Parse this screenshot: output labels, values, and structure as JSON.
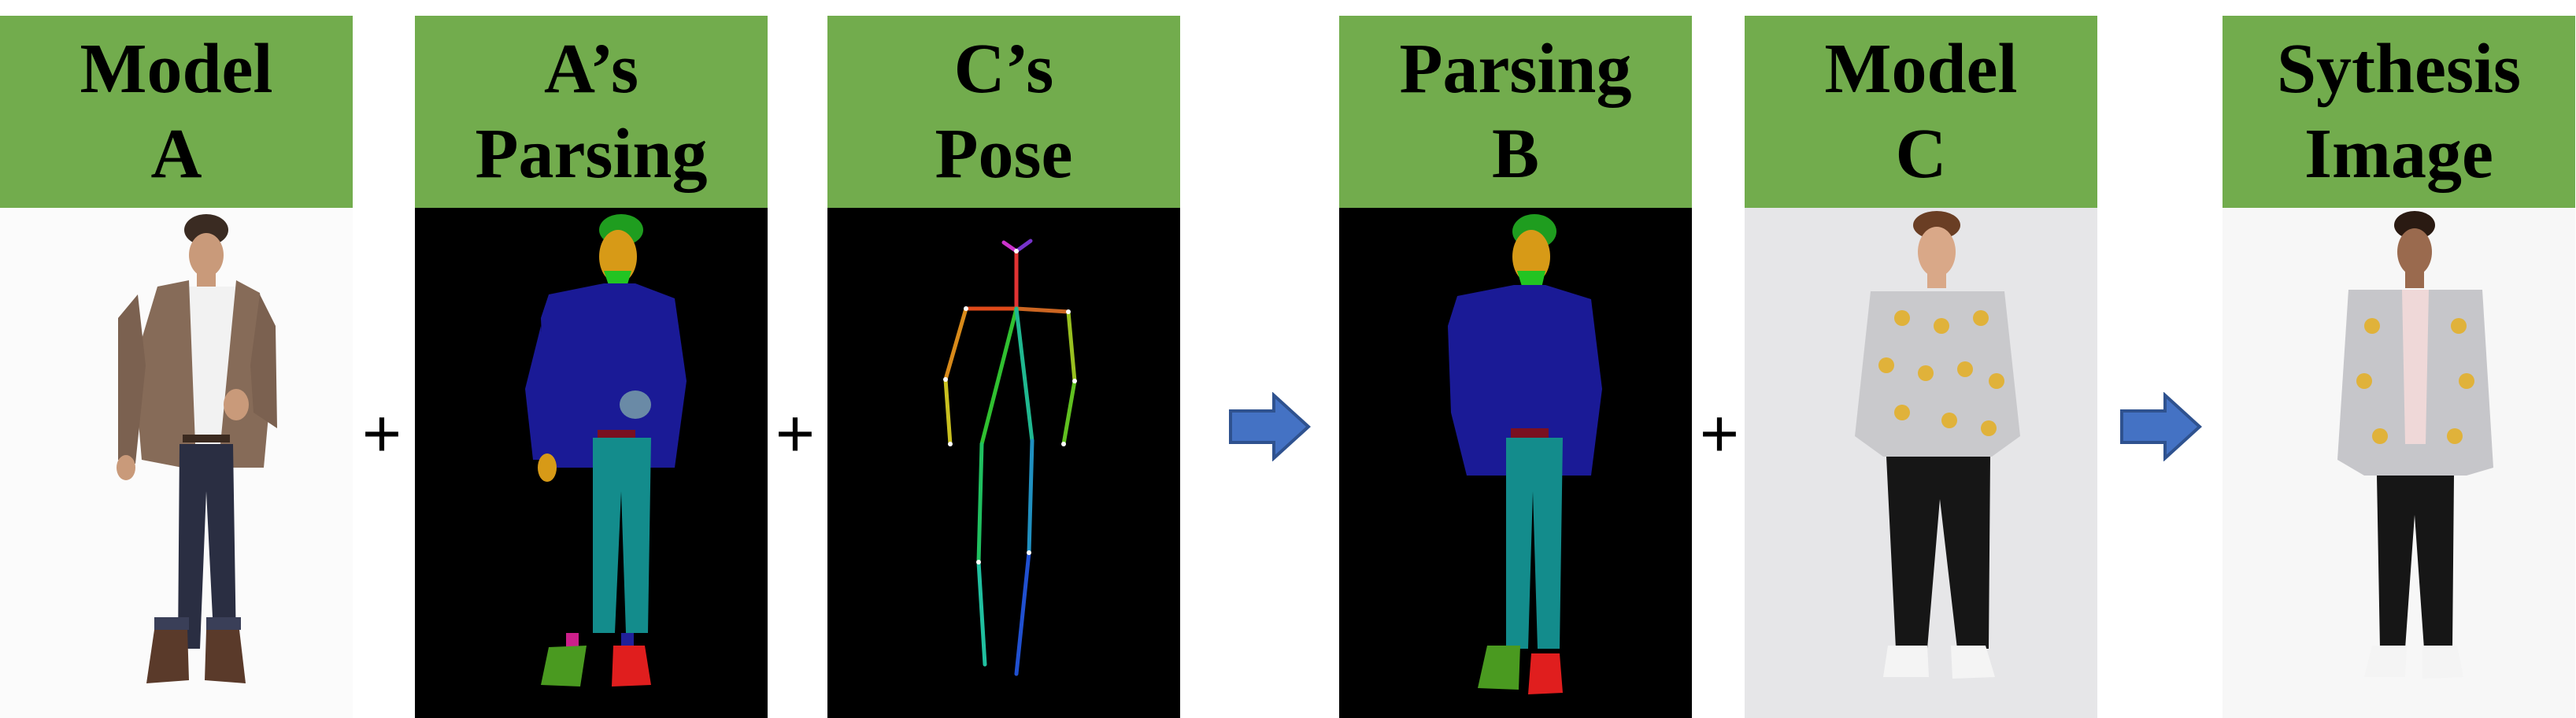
{
  "colors": {
    "header_bg": "#72ac4d",
    "mask_bg": "#000000",
    "photo_bg_white": "#ffffff",
    "photo_bg_grey": "#e4e4e6",
    "arrow_fill": "#4472c4",
    "arrow_stroke": "#2f528f",
    "parsing_hair": "#1f9d1f",
    "parsing_face": "#d79a17",
    "parsing_neck": "#22c422",
    "parsing_coat": "#1a1a96",
    "parsing_pants": "#138c8c",
    "parsing_belt": "#7a1020",
    "parsing_hand": "#6a8aa6",
    "parsing_left_shoe": "#4a9a20",
    "parsing_right_shoe": "#e01e1e",
    "parsing_sock_left": "#cc1f8a",
    "parsing_sock_right": "#20209a"
  },
  "panels": [
    {
      "id": "model-a",
      "title_lines": [
        "Model",
        "A"
      ],
      "image": "photo of a man in a brown jacket"
    },
    {
      "id": "a-parsing",
      "title_lines": [
        "A’s",
        "Parsing"
      ],
      "image": "colour-coded segmentation mask"
    },
    {
      "id": "c-pose",
      "title_lines": [
        "C’s",
        "Pose"
      ],
      "image": "skeleton keypoint pose"
    },
    {
      "id": "parsing-b",
      "title_lines": [
        "Parsing",
        "B"
      ],
      "image": "colour-coded segmentation mask"
    },
    {
      "id": "model-c",
      "title_lines": [
        "Model",
        "C"
      ],
      "image": "photo of a man in a patterned sweater"
    },
    {
      "id": "synthesis",
      "title_lines": [
        "Sythesis",
        "Image"
      ],
      "image": "synthesised photo"
    }
  ],
  "operators": {
    "plus_1": "+",
    "plus_2": "+",
    "plus_3": "+"
  },
  "icons": {
    "arrow_1": "right-arrow-icon",
    "arrow_2": "right-arrow-icon"
  }
}
